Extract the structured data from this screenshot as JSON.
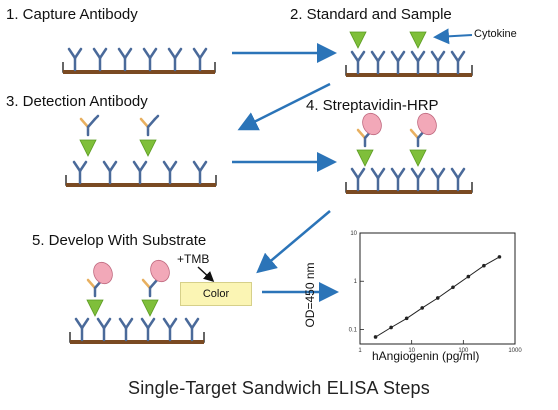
{
  "steps": [
    {
      "label": "1. Capture Antibody"
    },
    {
      "label": "2. Standard and Sample"
    },
    {
      "label": "3. Detection Antibody"
    },
    {
      "label": "4. Streptavidin-HRP"
    },
    {
      "label": "5. Develop With Substrate"
    }
  ],
  "annotations": {
    "cytokine": "Cytokine",
    "tmb": "+TMB",
    "color": "Color"
  },
  "caption": "Single-Target Sandwich ELISA Steps",
  "colors": {
    "antibody": "#4a6a9a",
    "analyte": "#7fbf3a",
    "detection_arm": "#e8b060",
    "hrp": "#f2a8b8",
    "well": "#7a4a22",
    "arrow": "#2b74b8"
  },
  "chart_data": {
    "type": "line",
    "xlabel": "hAngiogenin (pg/ml)",
    "ylabel": "OD=450 nm",
    "x_scale": "log",
    "y_scale": "log",
    "xlim": [
      1,
      1000
    ],
    "ylim": [
      0.05,
      10
    ],
    "x_ticks": [
      "1",
      "10",
      "100",
      "1000"
    ],
    "y_ticks": [
      "0.1",
      "1",
      "10"
    ],
    "grid": false,
    "series": [
      {
        "x": [
          2,
          4,
          8,
          16,
          32,
          63,
          125,
          250,
          500
        ],
        "y": [
          0.07,
          0.11,
          0.17,
          0.28,
          0.45,
          0.75,
          1.25,
          2.1,
          3.2
        ]
      }
    ]
  }
}
